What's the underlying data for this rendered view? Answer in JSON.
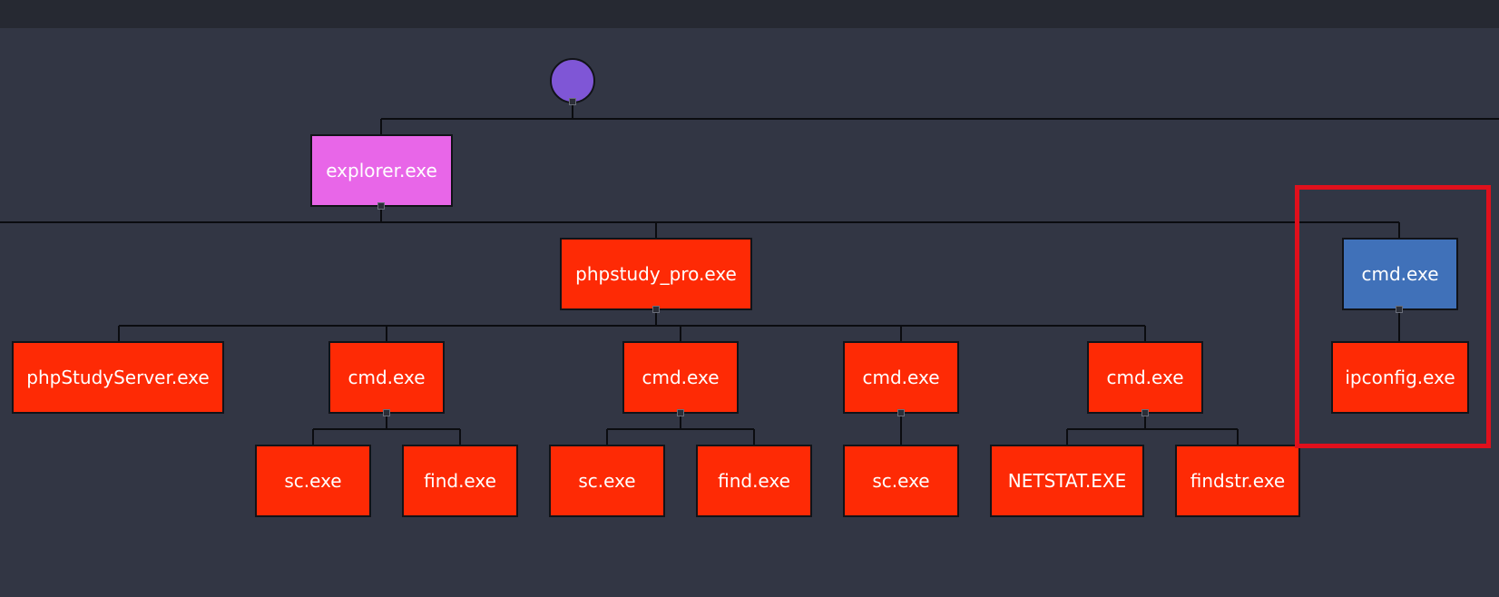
{
  "colors": {
    "background": "#323644",
    "topbar": "#262932",
    "root": "#7f56d6",
    "explorer": "#e866e8",
    "process": "#fe2a05",
    "selected": "#4071b9",
    "highlight": "#e0101c",
    "edge": "#0b0c10"
  },
  "root": {
    "icon": "process-root-circle"
  },
  "nodes": {
    "explorer": "explorer.exe",
    "phpstudy_pro": "phpstudy_pro.exe",
    "phpStudyServer": "phpStudyServer.exe",
    "cmd1": "cmd.exe",
    "cmd2": "cmd.exe",
    "cmd3": "cmd.exe",
    "cmd4": "cmd.exe",
    "cmd_selected": "cmd.exe",
    "sc1": "sc.exe",
    "find1": "find.exe",
    "sc2": "sc.exe",
    "find2": "find.exe",
    "sc3": "sc.exe",
    "netstat": "NETSTAT.EXE",
    "findstr": "findstr.exe",
    "ipconfig": "ipconfig.exe"
  }
}
